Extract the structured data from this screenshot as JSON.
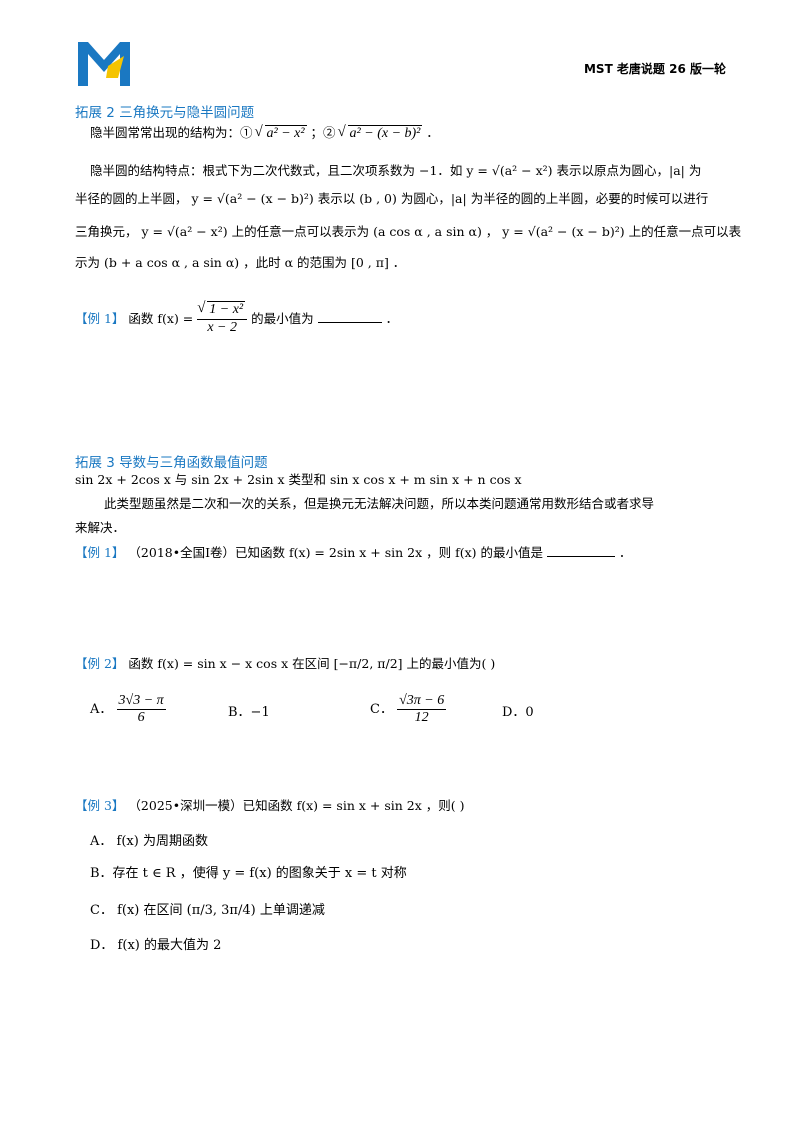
{
  "header": {
    "right_text": "MST 老唐说题 26 版一轮"
  },
  "section2": {
    "title": "拓展 2  三角换元与隐半圆问题",
    "line1_prefix": "隐半圆常常出现的结构为：①",
    "line1_sqrt1": "a² − x²",
    "line1_mid": "；②",
    "line1_sqrt2": "a² − (x − b)²",
    "line1_end": "．",
    "p_line1": "隐半圆的结构特点：根式下为二次代数式，且二次项系数为 −1．如 y = √(a² − x²) 表示以原点为圆心，|a| 为",
    "p_line2": "半径的圆的上半圆，  y = √(a² − (x − b)²) 表示以 (b , 0) 为圆心，|a| 为半径的圆的上半圆，必要的时候可以进行",
    "p_line3": "三角换元，  y = √(a² − x²) 上的任意一点可以表示为 (a cos α , a sin α) ， y = √(a² − (x − b)²) 上的任意一点可以表",
    "p_line4": "示为 (b + a cos α , a sin α) ，此时 α 的范围为 [0 , π] ．",
    "example1_label": "【例 1】",
    "example1_text": "函数 f(x) = ",
    "example1_num": "1 − x²",
    "example1_den": "x − 2",
    "example1_tail": "的最小值为",
    "example1_end": "．"
  },
  "section3": {
    "title": "拓展 3  导数与三角函数最值问题",
    "subtitle": "sin 2x + 2cos x 与 sin 2x + 2sin x 类型和 sin x cos x + m sin x + n cos x",
    "p_line1": "此类型题虽然是二次和一次的关系，但是换元无法解决问题，所以本类问题通常用数形结合或者求导",
    "p_line2": "来解决．",
    "example1_label": "【例 1】",
    "example1_text": "（2018•全国Ⅰ卷）已知函数 f(x) = 2sin x + sin 2x ，则 f(x) 的最小值是",
    "example1_end": "．",
    "example2_label": "【例 2】",
    "example2_text": "函数 f(x) = sin x − x cos x 在区间 [−π/2, π/2] 上的最小值为(        )",
    "example2_options": {
      "a_label": "A．",
      "a_num": "3√3 − π",
      "a_den": "6",
      "b": "B．−1",
      "c_label": "C．",
      "c_num": "√3π − 6",
      "c_den": "12",
      "d": "D．0"
    },
    "example3_label": "【例 3】",
    "example3_text": "（2025•深圳一模）已知函数 f(x) = sin x + sin 2x ，则(        )",
    "example3_options": {
      "a": "A．  f(x) 为周期函数",
      "b": "B．存在 t ∈ R ，使得 y = f(x) 的图象关于 x = t 对称",
      "c": "C．  f(x) 在区间 (π/3, 3π/4) 上单调递减",
      "d": "D．  f(x) 的最大值为 2"
    }
  }
}
